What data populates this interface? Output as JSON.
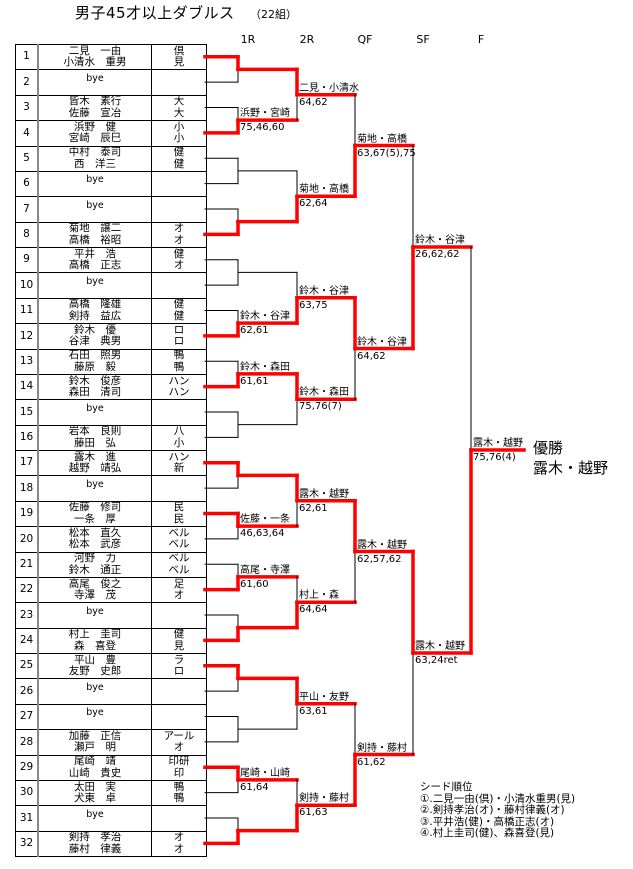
{
  "title": "男子45才以上ダブルス",
  "groups": "（22組）",
  "rounds": [
    "1R",
    "2R",
    "QF",
    "SF",
    "F"
  ],
  "colors": {
    "winner_path": "#ff0000",
    "line": "#000000"
  },
  "entries": [
    {
      "no": "1",
      "names": [
        "二見　一由",
        "小清水　重男"
      ],
      "clubs": [
        "倶",
        "見"
      ]
    },
    {
      "no": "2",
      "bye": "bye"
    },
    {
      "no": "3",
      "names": [
        "皆木　素行",
        "佐藤　宣冶"
      ],
      "clubs": [
        "大",
        "大"
      ]
    },
    {
      "no": "4",
      "names": [
        "浜野　健",
        "宮崎　辰巳"
      ],
      "clubs": [
        "小",
        "小"
      ]
    },
    {
      "no": "5",
      "names": [
        "中村　泰司",
        "西　洋三"
      ],
      "clubs": [
        "健",
        "健"
      ]
    },
    {
      "no": "6",
      "bye": "bye"
    },
    {
      "no": "7",
      "bye": "bye"
    },
    {
      "no": "8",
      "names": [
        "菊地　譲二",
        "高橋　裕昭"
      ],
      "clubs": [
        "オ",
        "オ"
      ]
    },
    {
      "no": "9",
      "names": [
        "平井　浩",
        "高橋　正志"
      ],
      "clubs": [
        "健",
        "オ"
      ]
    },
    {
      "no": "10",
      "bye": "bye"
    },
    {
      "no": "11",
      "names": [
        "高橋　隆雄",
        "剣持　益広"
      ],
      "clubs": [
        "健",
        "健"
      ]
    },
    {
      "no": "12",
      "names": [
        "鈴木　優",
        "谷津　典男"
      ],
      "clubs": [
        "ロ",
        "ロ"
      ]
    },
    {
      "no": "13",
      "names": [
        "石田　照男",
        "藤原　毅"
      ],
      "clubs": [
        "鴨",
        "鴨"
      ]
    },
    {
      "no": "14",
      "names": [
        "鈴木　俊彦",
        "森田　清司"
      ],
      "clubs": [
        "ハン",
        "ハン"
      ]
    },
    {
      "no": "15",
      "bye": "bye"
    },
    {
      "no": "16",
      "names": [
        "岩本　良則",
        "藤田　弘"
      ],
      "clubs": [
        "八",
        "小"
      ]
    },
    {
      "no": "17",
      "names": [
        "露木　進",
        "越野　靖弘"
      ],
      "clubs": [
        "ハン",
        "新"
      ]
    },
    {
      "no": "18",
      "bye": "bye"
    },
    {
      "no": "19",
      "names": [
        "佐藤　修司",
        "一条　厚"
      ],
      "clubs": [
        "民",
        "民"
      ]
    },
    {
      "no": "20",
      "names": [
        "松本　直久",
        "松本　武彦"
      ],
      "clubs": [
        "ベル",
        "ベル"
      ]
    },
    {
      "no": "21",
      "names": [
        "河野　力",
        "鈴木　通正"
      ],
      "clubs": [
        "ベル",
        "ベル"
      ]
    },
    {
      "no": "22",
      "names": [
        "高尾　俊之",
        "寺澤　茂"
      ],
      "clubs": [
        "足",
        "オ"
      ]
    },
    {
      "no": "23",
      "bye": "bye"
    },
    {
      "no": "24",
      "names": [
        "村上　圭司",
        "森　喜登"
      ],
      "clubs": [
        "健",
        "見"
      ]
    },
    {
      "no": "25",
      "names": [
        "平山　豊",
        "友野　史郎"
      ],
      "clubs": [
        "ラ",
        "ロ"
      ]
    },
    {
      "no": "26",
      "bye": "bye"
    },
    {
      "no": "27",
      "bye": "bye"
    },
    {
      "no": "28",
      "names": [
        "加藤　正信",
        "瀬戸　明"
      ],
      "clubs": [
        "アール",
        "オ"
      ]
    },
    {
      "no": "29",
      "names": [
        "尾崎　靖",
        "山崎　貴史"
      ],
      "clubs": [
        "印研",
        "印"
      ]
    },
    {
      "no": "30",
      "names": [
        "太田　実",
        "犬東　卓"
      ],
      "clubs": [
        "鴨",
        "鴨"
      ]
    },
    {
      "no": "31",
      "bye": "bye"
    },
    {
      "no": "32",
      "names": [
        "剣持　孝治",
        "藤村　律義"
      ],
      "clubs": [
        "オ",
        "オ"
      ]
    }
  ],
  "bracket": {
    "r1": [
      {
        "winner": "top",
        "label": "",
        "score": ""
      },
      {
        "winner": "bottom",
        "label": "浜野・宮崎",
        "score": "75,46,60"
      },
      {
        "winner": null,
        "label": "",
        "score": ""
      },
      {
        "winner": "bottom",
        "label": "",
        "score": ""
      },
      {
        "winner": null,
        "label": "",
        "score": ""
      },
      {
        "winner": "bottom",
        "label": "鈴木・谷津",
        "score": "62,61"
      },
      {
        "winner": "bottom",
        "label": "鈴木・森田",
        "score": "61,61"
      },
      {
        "winner": null,
        "label": "",
        "score": ""
      },
      {
        "winner": "top",
        "label": "",
        "score": ""
      },
      {
        "winner": "top",
        "label": "佐藤・一条",
        "score": "46,63,64"
      },
      {
        "winner": "bottom",
        "label": "高尾・寺澤",
        "score": "61,60"
      },
      {
        "winner": "bottom",
        "label": "",
        "score": ""
      },
      {
        "winner": "top",
        "label": "",
        "score": ""
      },
      {
        "winner": null,
        "label": "",
        "score": ""
      },
      {
        "winner": "top",
        "label": "尾崎・山崎",
        "score": "61,64"
      },
      {
        "winner": "bottom",
        "label": "",
        "score": ""
      }
    ],
    "r2": [
      {
        "winner": "top",
        "label": "二見・小清水",
        "score": "64,62"
      },
      {
        "winner": "bottom",
        "label": "菊地・高橋",
        "score": "62,64"
      },
      {
        "winner": "bottom",
        "label": "鈴木・谷津",
        "score": "63,75"
      },
      {
        "winner": "top",
        "label": "鈴木・森田",
        "score": "75,76(7)"
      },
      {
        "winner": "top",
        "label": "露木・越野",
        "score": "62,61"
      },
      {
        "winner": "bottom",
        "label": "村上・森",
        "score": "64,64"
      },
      {
        "winner": "top",
        "label": "平山・友野",
        "score": "63,61"
      },
      {
        "winner": "bottom",
        "label": "剣持・藤村",
        "score": "61,63"
      }
    ],
    "qf": [
      {
        "winner": "bottom",
        "label": "菊地・高橋",
        "score": "63,67(5),75"
      },
      {
        "winner": "top",
        "label": "鈴木・谷津",
        "score": "64,62"
      },
      {
        "winner": "top",
        "label": "露木・越野",
        "score": "62,57,62"
      },
      {
        "winner": "bottom",
        "label": "剣持・藤村",
        "score": "61,62"
      }
    ],
    "sf": [
      {
        "winner": "bottom",
        "label": "鈴木・谷津",
        "score": "26,62,62"
      },
      {
        "winner": "top",
        "label": "露木・越野",
        "score": "63,24ret"
      }
    ],
    "f": [
      {
        "winner": "bottom",
        "label": "露木・越野",
        "score": "75,76(4)"
      }
    ]
  },
  "champion": {
    "title": "優勝",
    "name": "露木・越野"
  },
  "seeds": {
    "heading": "シード順位",
    "items": [
      "①.二見一由(倶)・小清水重男(見)",
      "②.剣持孝治(オ)・藤村律義(オ)",
      "③.平井浩(健)・高橋正志(オ)",
      "④.村上圭司(健)、森喜登(見)"
    ]
  }
}
